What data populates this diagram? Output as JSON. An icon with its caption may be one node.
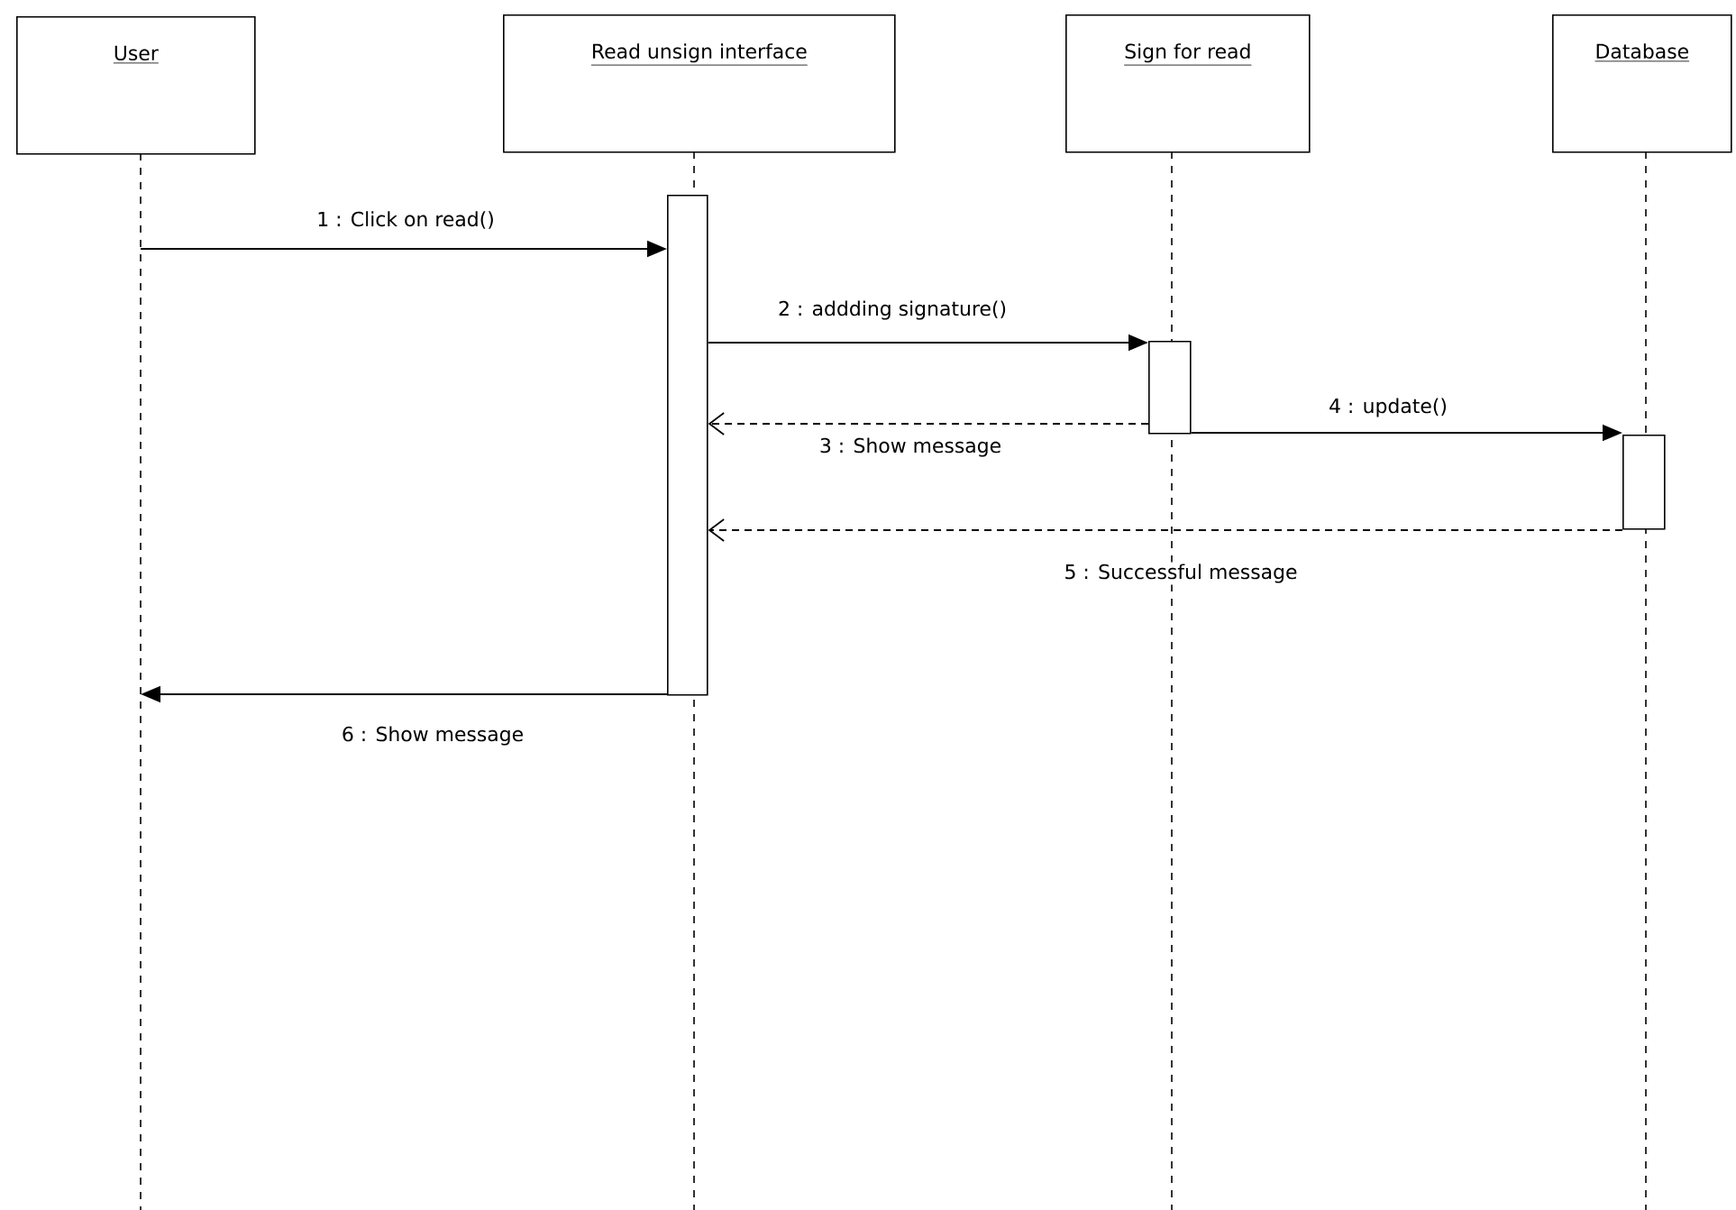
{
  "diagram": {
    "nodes": [
      {
        "text": [
          "User"
        ]
      },
      {
        "text": [
          "Read unsign interface"
        ]
      },
      {
        "text": [
          "Sign for read"
        ]
      },
      {
        "text": [
          "Database"
        ]
      },
      {
        "text": [],
        "shape": "bar"
      },
      {
        "text": [],
        "shape": "bar"
      },
      {
        "text": [],
        "shape": "bar"
      }
    ],
    "edges": [
      {
        "from": null,
        "to": 4,
        "arrow": "to",
        "label": "1 : Click on read()"
      },
      {
        "from": 4,
        "to": 5,
        "arrow": "to",
        "label": "2 : addding signature()"
      },
      {
        "from": 5,
        "to": 4,
        "arrow": "to",
        "label": "3 : Show message",
        "style": "dashed"
      },
      {
        "from": 5,
        "to": 6,
        "arrow": "to",
        "label": "4 : update()"
      },
      {
        "from": 6,
        "to": 4,
        "arrow": "to",
        "label": "5 : Successful message",
        "style": "dashed"
      },
      {
        "from": 4,
        "to": null,
        "arrow": "to",
        "label": "6 : Show message"
      }
    ]
  }
}
